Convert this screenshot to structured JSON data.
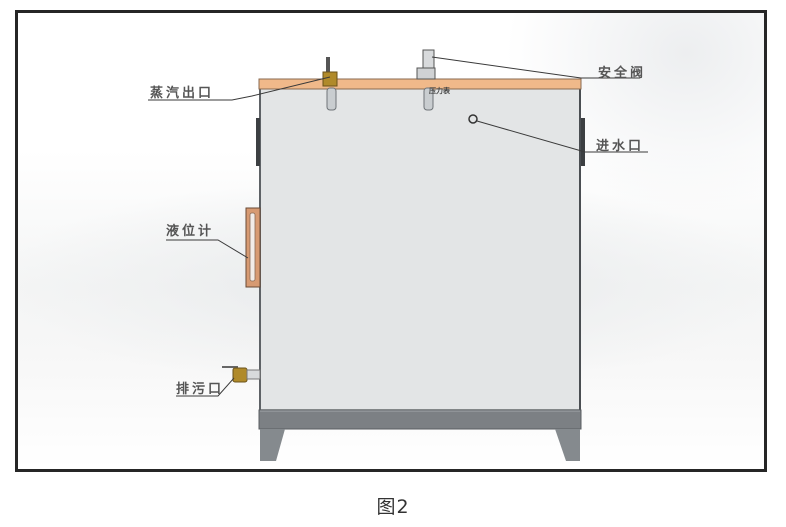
{
  "figure": {
    "caption": "图2",
    "subject": "steam generator side view"
  },
  "labels": {
    "steam_outlet": "蒸汽出口",
    "safety_valve": "安全阀",
    "water_inlet": "进水口",
    "level_gauge": "液位计",
    "drain_outlet": "排污口",
    "valve_small_tag": "压力表"
  },
  "colors": {
    "frame_border": "#262626",
    "top_plate": "#f0b98a",
    "top_plate_edge": "#8a6a50",
    "body_fill": "#e3e5e6",
    "base_band": "#7c8084",
    "legs": "#858a8e",
    "brass_fitting": "#b08a2a",
    "gauge_copper": "#d79a72",
    "line": "#3a3a3a"
  }
}
